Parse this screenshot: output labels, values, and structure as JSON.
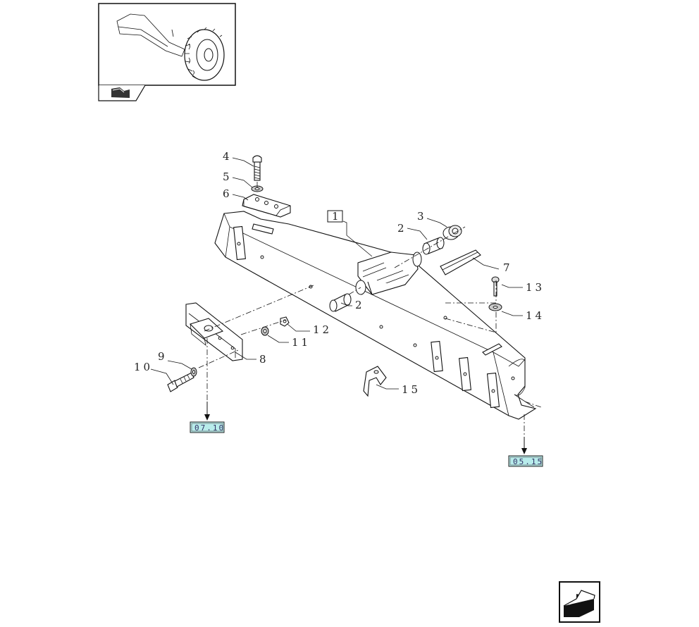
{
  "thumbnail": {
    "icon": "tractor-front-axle-thumbnail",
    "tab_icon": "book-arrow-icon"
  },
  "diagram": {
    "callouts": {
      "c1": "1",
      "c2a": "2",
      "c2b": "2",
      "c3": "3",
      "c4": "4",
      "c5": "5",
      "c6": "6",
      "c7": "7",
      "c8": "8",
      "c9": "9",
      "c10": "10",
      "c11": "11",
      "c12": "12",
      "c13": "13",
      "c14": "14",
      "c15": "15"
    },
    "references": {
      "left": "07.10",
      "right": "05.15"
    }
  },
  "nav": {
    "icon": "next-page-arrow-icon"
  }
}
